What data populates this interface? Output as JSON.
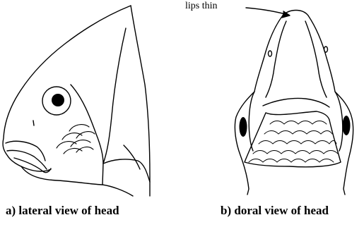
{
  "annotations": {
    "lips": "lips thin"
  },
  "captions": {
    "a": "a)  lateral view of head",
    "b": "b)  doral view of head"
  },
  "colors": {
    "ink": "#000000",
    "paper": "#ffffff"
  }
}
